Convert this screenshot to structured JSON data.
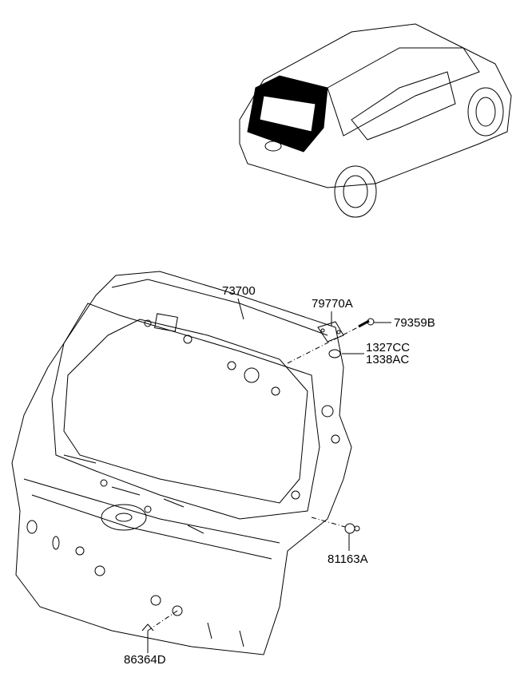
{
  "labels": {
    "tailgate": "73700",
    "hinge": "79770A",
    "bolt": "79359B",
    "nut1": "1327CC",
    "nut2": "1338AC",
    "bumper_stop": "81163A",
    "clip": "86364D"
  }
}
